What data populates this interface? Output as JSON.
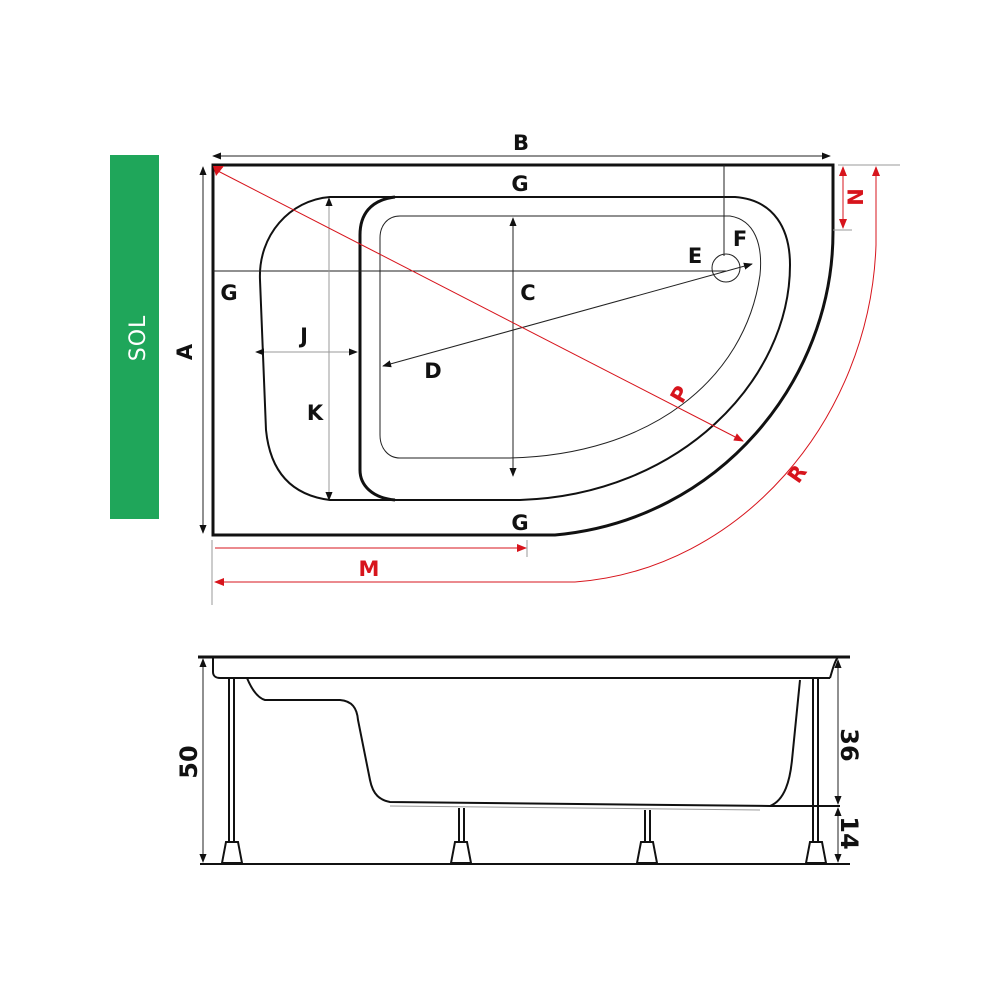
{
  "side_indicator": {
    "label": "SOL",
    "color": "#1fa65a"
  },
  "top_view": {
    "labels": {
      "A": "A",
      "B": "B",
      "C": "C",
      "D": "D",
      "E": "E",
      "F": "F",
      "G_top": "G",
      "G_left": "G",
      "G_bottom": "G",
      "J": "J",
      "K": "K",
      "M": "M",
      "N": "N",
      "P": "P",
      "R": "R"
    },
    "colors": {
      "outline": "#111111",
      "red_dimension": "#d7141c"
    }
  },
  "side_view": {
    "dimensions": {
      "total_height": "50",
      "tub_depth": "36",
      "leg_height": "14"
    }
  }
}
